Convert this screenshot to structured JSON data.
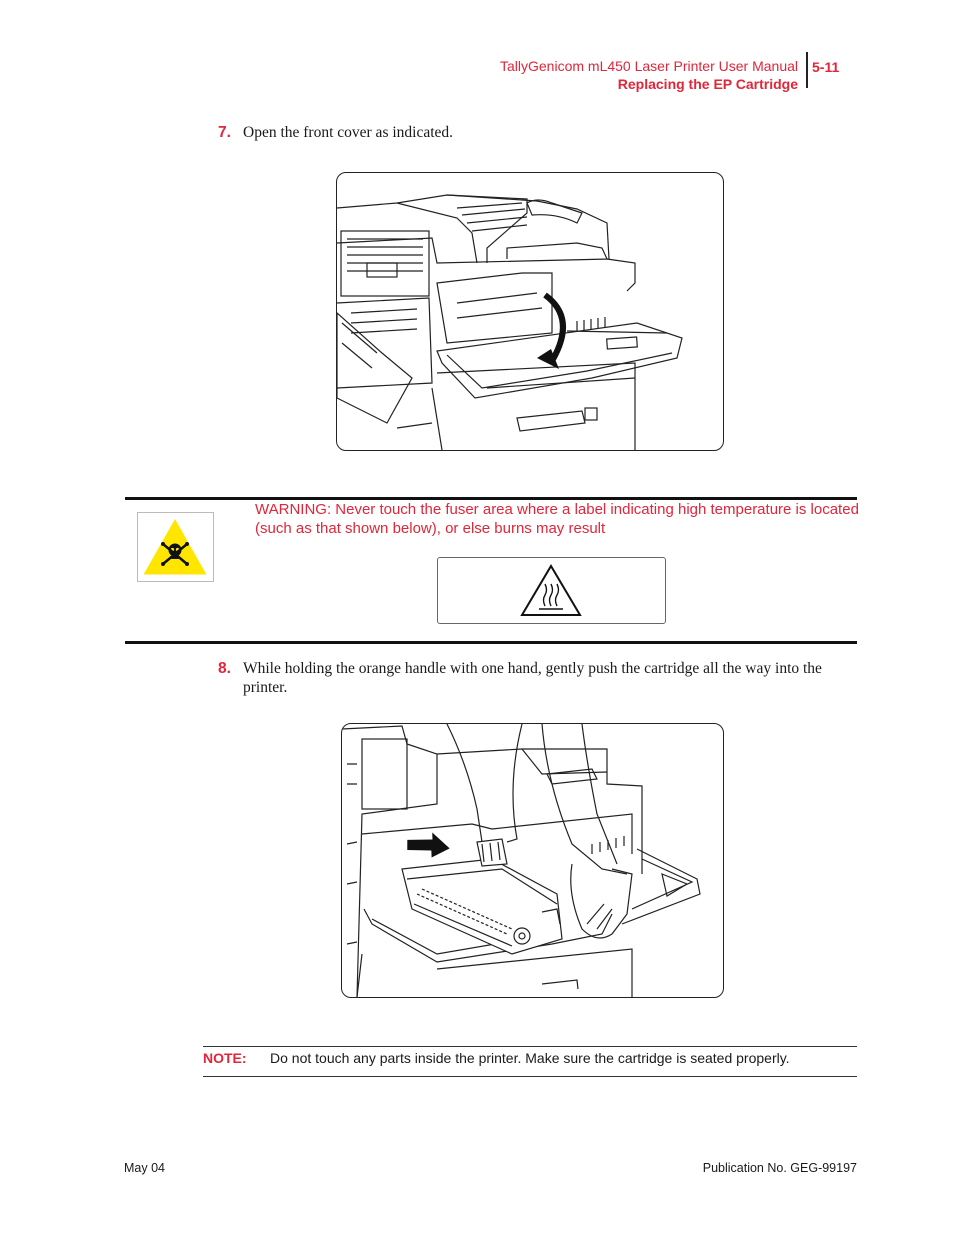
{
  "header": {
    "manual_title": "TallyGenicom mL450 Laser Printer User Manual",
    "section_title": "Replacing the EP Cartridge",
    "page_number": "5-11"
  },
  "steps": [
    {
      "number": "7.",
      "text": "Open the front cover as indicated."
    },
    {
      "number": "8.",
      "text_line1": "While holding the orange handle with one hand, gently push the cartridge all the way into the",
      "text_line2": "printer."
    }
  ],
  "warning": {
    "line1": "WARNING: Never touch the fuser area where a label indicating high temperature is located",
    "line2": "(such as that shown below), or else burns may result"
  },
  "note": {
    "label": "NOTE:",
    "text": "Do not touch any parts inside the printer. Make sure the cartridge is seated properly."
  },
  "footer": {
    "date": "May 04",
    "publication": "Publication No. GEG-99197"
  },
  "colors": {
    "accent_red": "#e0263a",
    "warning_yellow": "#ffe600"
  },
  "icons": [
    "skull-crossbones-warning-icon",
    "hot-surface-icon",
    "curved-arrow-icon",
    "push-arrow-icon"
  ]
}
